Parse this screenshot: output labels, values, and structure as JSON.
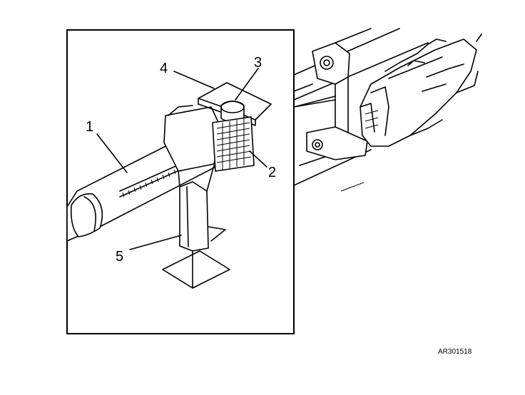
{
  "callouts": [
    {
      "id": "1",
      "label": "1"
    },
    {
      "id": "2",
      "label": "2"
    },
    {
      "id": "3",
      "label": "3"
    },
    {
      "id": "4",
      "label": "4"
    },
    {
      "id": "5",
      "label": "5"
    }
  ],
  "figure_code": "AR301518"
}
